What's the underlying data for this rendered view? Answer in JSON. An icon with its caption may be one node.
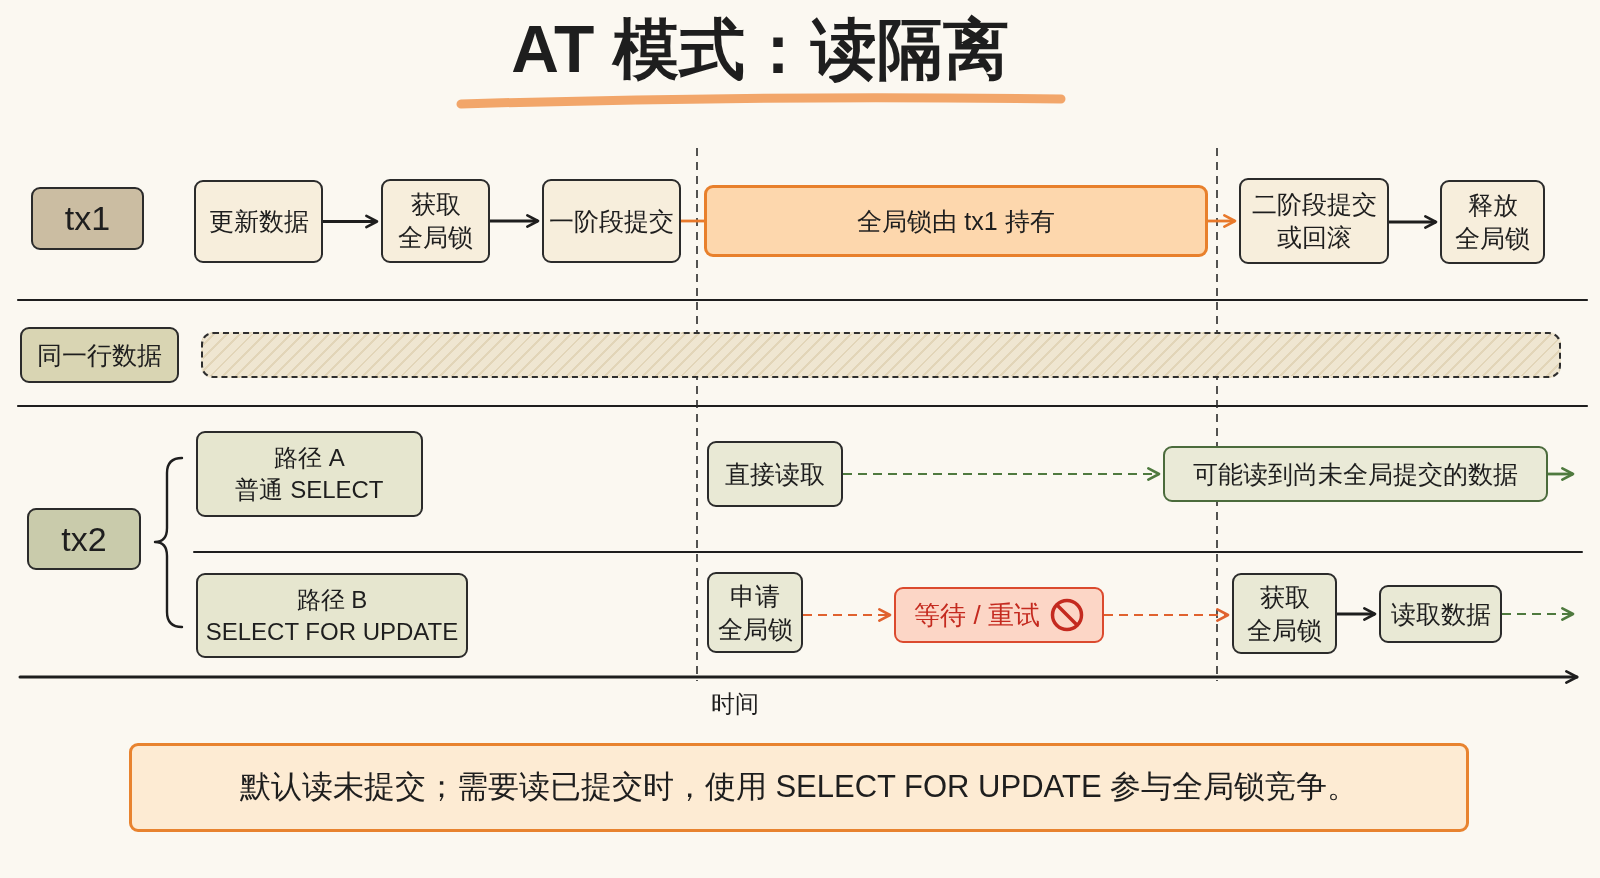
{
  "diagram": {
    "title": "AT 模式：读隔离",
    "nodes": [
      {
        "text": [
          "tx1"
        ]
      },
      {
        "text": [
          "更新数据"
        ]
      },
      {
        "text": [
          "获取全局锁"
        ]
      },
      {
        "text": [
          "一阶段提交"
        ]
      },
      {
        "text": [
          "全局锁由 tx1 持有"
        ]
      },
      {
        "text": [
          "二阶段提交或回滚"
        ]
      },
      {
        "text": [
          "释放全局锁"
        ]
      },
      {
        "text": [
          "同一行数据"
        ]
      },
      {
        "text": [],
        "shape": "bar"
      },
      {
        "text": [
          "tx2"
        ]
      },
      {
        "text": [
          "路径 A 普通 SELECT"
        ]
      },
      {
        "text": [
          "直接读取"
        ]
      },
      {
        "text": [
          "可能读到尚未全局提交的数据"
        ]
      },
      {
        "text": [
          "路径 B SELECT FOR UPDATE"
        ]
      },
      {
        "text": [
          "申请全局锁"
        ]
      },
      {
        "text": [
          "等待 / 重试"
        ]
      },
      {
        "text": [
          "获取全局锁"
        ]
      },
      {
        "text": [
          "读取数据"
        ]
      },
      {
        "text": [
          "默认读未提交；需要读已提交时，使用 SELECT FOR UPDATE 参与全局锁竞争。"
        ]
      }
    ],
    "edges": [
      {
        "from": 1,
        "to": 2,
        "arrow": "to"
      },
      {
        "from": 2,
        "to": 3,
        "arrow": "to"
      },
      {
        "from": 3,
        "to": 4,
        "arrow": "none",
        "color": "#e8792b"
      },
      {
        "from": 4,
        "to": 5,
        "arrow": "to",
        "color": "#e8792b"
      },
      {
        "from": 5,
        "to": 6,
        "arrow": "to"
      },
      {
        "from": 11,
        "to": 12,
        "arrow": "to",
        "style": "dashed",
        "color": "#4f7a3f"
      },
      {
        "from": 12,
        "to": null,
        "arrow": "to",
        "color": "#4f7a3f"
      },
      {
        "from": 14,
        "to": 15,
        "arrow": "to",
        "style": "dashed",
        "color": "#e0622f"
      },
      {
        "from": 15,
        "to": 16,
        "arrow": "to",
        "style": "dashed",
        "color": "#e0622f"
      },
      {
        "from": 16,
        "to": 17,
        "arrow": "to"
      },
      {
        "from": 17,
        "to": null,
        "arrow": "to",
        "style": "dashed",
        "color": "#4f7a3f"
      }
    ],
    "labels": [
      "时间"
    ]
  }
}
